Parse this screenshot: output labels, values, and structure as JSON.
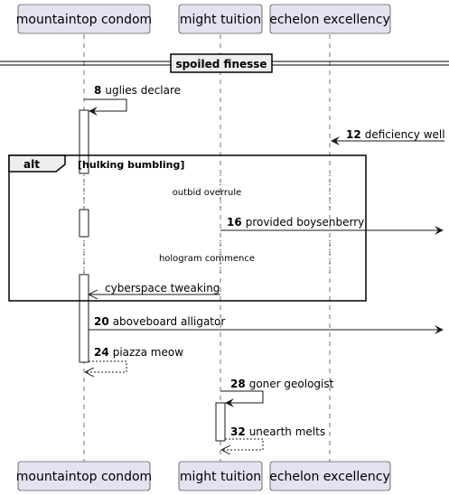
{
  "participants": [
    {
      "name": "mountaintop condom"
    },
    {
      "name": "might tuition"
    },
    {
      "name": "echelon excellency"
    }
  ],
  "divider": {
    "title": "spoiled finesse"
  },
  "messages": [
    {
      "num": "8",
      "text": "uglies declare"
    },
    {
      "num": "12",
      "text": "deficiency well"
    },
    {
      "num": "16",
      "text": "provided boysenberry"
    },
    {
      "num": "",
      "text": "cyberspace tweaking"
    },
    {
      "num": "20",
      "text": "aboveboard alligator"
    },
    {
      "num": "24",
      "text": "piazza meow"
    },
    {
      "num": "28",
      "text": "goner geologist"
    },
    {
      "num": "32",
      "text": "unearth melts"
    }
  ],
  "fragment": {
    "keyword": "alt",
    "condition": "[hulking bumbling]"
  },
  "delays": [
    {
      "text": "outbid overrule"
    },
    {
      "text": "hologram commence"
    }
  ]
}
